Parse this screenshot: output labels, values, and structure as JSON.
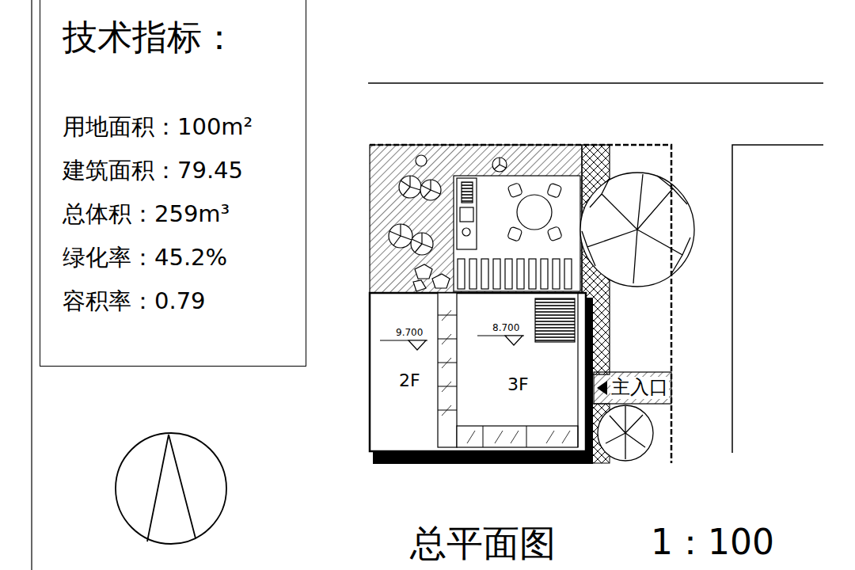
{
  "diagram": {
    "caption": "总平面图",
    "nodes": [
      {
        "text": [
          "技术指标：",
          "用地面积：100m²",
          "建筑面积：79.45",
          "总体积：259m³",
          "绿化率：45.2%",
          "容积率：0.79"
        ]
      }
    ],
    "labels": [
      "1：100",
      "9.700",
      "8.700",
      "2F",
      "3F",
      "主入口"
    ]
  }
}
